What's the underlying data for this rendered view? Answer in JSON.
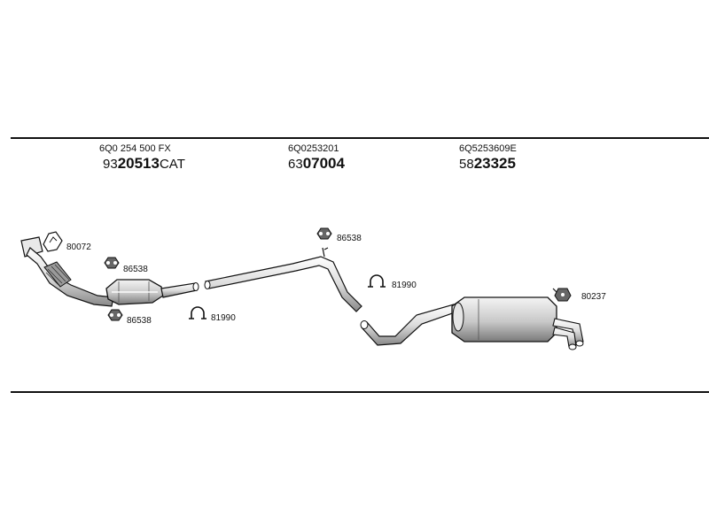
{
  "sections": [
    {
      "oem": "6Q0 254 500 FX",
      "part_prefix": "93",
      "part_main": "20513",
      "part_suffix": "CAT"
    },
    {
      "oem": "6Q0253201",
      "part_prefix": "63",
      "part_main": "07004",
      "part_suffix": ""
    },
    {
      "oem": "6Q5253609E",
      "part_prefix": "58",
      "part_main": "23325",
      "part_suffix": ""
    }
  ],
  "callouts": [
    "80072",
    "86538",
    "86538",
    "81990",
    "86538",
    "81990",
    "80237"
  ],
  "colors": {
    "line": "#111111",
    "metal_light": "#eeeeee",
    "metal_mid": "#bbbbbb",
    "metal_dark": "#777777"
  },
  "icons": [
    "ring-clamp-icon",
    "rubber-hanger-icon",
    "u-bolt-clamp-icon",
    "bracket-icon"
  ]
}
